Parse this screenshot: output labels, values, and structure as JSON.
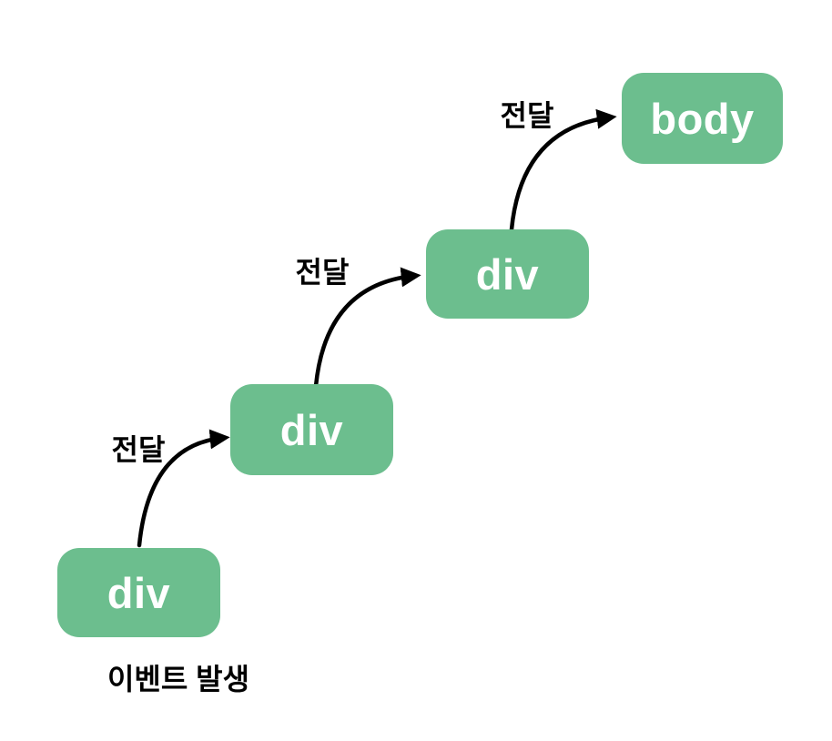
{
  "diagram": {
    "name": "event-bubbling-diagram"
  },
  "nodes": [
    {
      "label": "div"
    },
    {
      "label": "div"
    },
    {
      "label": "div"
    },
    {
      "label": "body"
    }
  ],
  "arrows": [
    {
      "label": "전달"
    },
    {
      "label": "전달"
    },
    {
      "label": "전달"
    }
  ],
  "caption": {
    "text": "이벤트 발생"
  },
  "colors": {
    "node_fill": "#6CBE8E",
    "node_text": "#FFFFFF",
    "arrow": "#000000",
    "label_text": "#000000",
    "background": "#FFFFFF"
  }
}
